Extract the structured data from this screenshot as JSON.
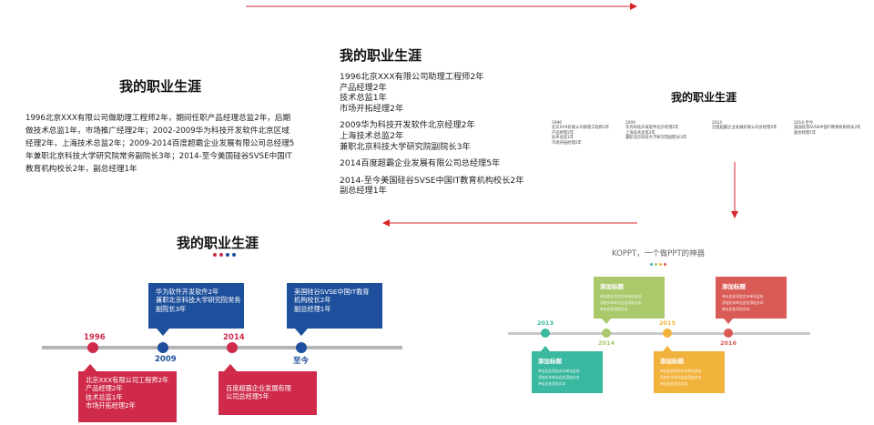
{
  "colors": {
    "arrow": "#d9262c",
    "blue": "#1d4f9c",
    "red": "#cf2a4a",
    "teal": "#3bb9a0",
    "green": "#a9c96b",
    "yellow": "#f2b33d",
    "coral": "#d95b55"
  },
  "panel1": {
    "title": "我的职业生涯",
    "paragraph": "1996北京XXX有限公司做助理工程师2年，期间任职产品经理总监2年，后期做技术总监1年，市场推广经理2年；2002-2009华为科技开发软件北京区域经理2年，上海技术总监2年；2009-2014百度超霸企业发展有限公司总经理5年兼职北京科技大学研究院常务副院长3年；2014-至今美国硅谷SVSE中国IT教育机构校长2年，副总经理1年"
  },
  "panel2": {
    "title": "我的职业生涯",
    "groups": [
      [
        "1996北京XXX有限公司助理工程师2年",
        "产品经理2年",
        "技术总监1年",
        "市场开拓经理2年"
      ],
      [
        "2009华为科技开发软件北京经理2年",
        "上海技术总监2年",
        "兼职北京科技大学研究院副院长3年"
      ],
      [
        "2014百度超霸企业发展有限公司总经理5年"
      ],
      [
        "2014-至今美国硅谷SVSE中国IT教育机构校长2年",
        "副总经理1年"
      ]
    ]
  },
  "panel3": {
    "title": "我的职业生涯",
    "columns": [
      [
        "1996",
        "北京XXX有限公司助理工程师2年",
        "产品经理2年",
        "技术总监1年",
        "市场开拓经理2年"
      ],
      [
        "2009",
        "华为科技开发软件北京经理2年",
        "上海技术总监2年",
        "兼职北京科技大学研究院副院长3年"
      ],
      [
        "2014",
        "百度超霸企业发展有限公司总经理5年"
      ],
      [
        "2014-至今",
        "美国硅谷SVSE中国IT教育机构校长2年",
        "副总经理1年"
      ]
    ]
  },
  "panel4": {
    "title": "我的职业生涯",
    "years": [
      "1996",
      "2009",
      "2014",
      "至今"
    ],
    "box_1996": [
      "北京XXX有限公司工程师2年",
      "产品经理2年",
      "技术总监1年",
      "市场开拓经理2年"
    ],
    "box_2009": [
      "华为软件开发软件2年",
      "兼职北京科技大学研究院常务",
      "副院长3年"
    ],
    "box_2014": [
      "百度超霸企业发展有限",
      "公司总经理5年"
    ],
    "box_now": [
      "美国硅谷SVSE中国IT教育",
      "机构校长2年",
      "副总经理1年"
    ]
  },
  "panel5": {
    "title": "KOPPT，一个做PPT的神器",
    "years": [
      "2013",
      "2014",
      "2015",
      "2016"
    ],
    "box_heading": "添加标题",
    "box_text": [
      "单击此处添加文本单击此处",
      "添加文本单击此处添加文本",
      "单击此处添加文本"
    ]
  }
}
